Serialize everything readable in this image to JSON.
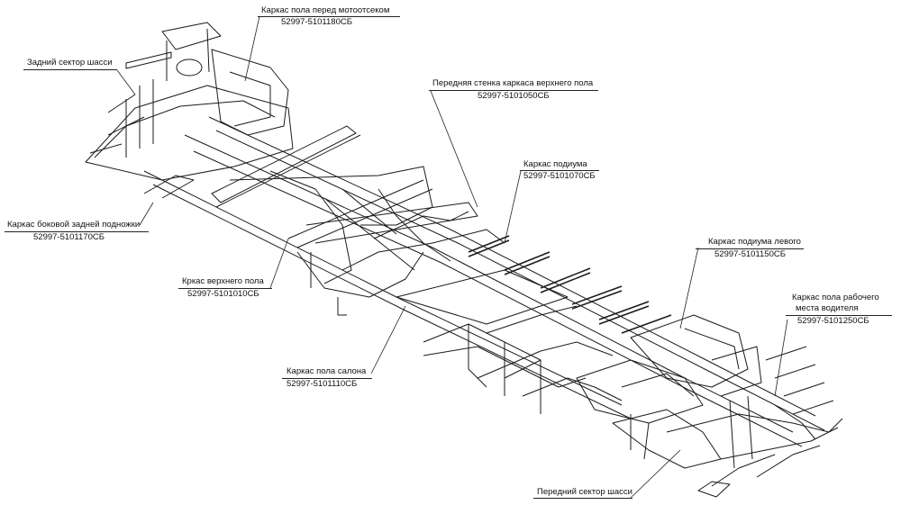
{
  "callouts": {
    "engine_floor": {
      "title": "Каркас пола перед мотоотсеком",
      "code": "52997-5101180СБ"
    },
    "rear_sector": {
      "title": "Задний сектор шасси"
    },
    "upper_front_wall": {
      "title": "Передняя стенка каркаса верхнего пола",
      "code": "52997-5101050СБ"
    },
    "podium": {
      "title": "Каркас подиума",
      "code": "52997-5101070СБ"
    },
    "rear_step": {
      "title": "Каркас боковой задней подножки",
      "code": "52997-5101170СБ"
    },
    "upper_floor": {
      "title": "Кркас верхнего пола",
      "code": "52997-5101010СБ"
    },
    "left_podium": {
      "title": "Каркас подиума левого",
      "code": "52997-5101150СБ"
    },
    "driver_floor": {
      "title_line1": "Каркас пола рабочего",
      "title_line2": "места водителя",
      "code": "52997-5101250СБ"
    },
    "cabin_floor": {
      "title": "Каркас пола салона",
      "code": "52997-5101110СБ"
    },
    "front_sector": {
      "title": "Передний сектор шасси"
    }
  },
  "colors": {
    "line": "#1a1a1a",
    "background": "#ffffff"
  }
}
